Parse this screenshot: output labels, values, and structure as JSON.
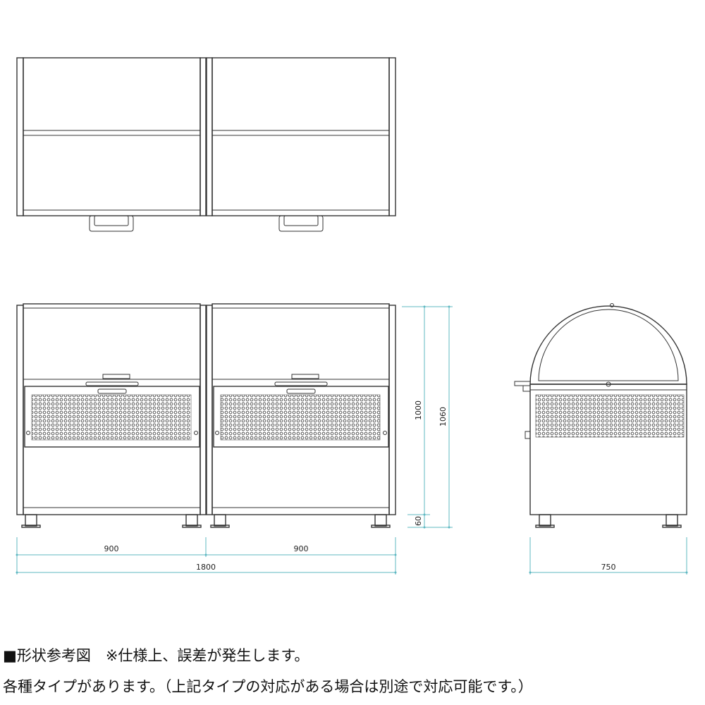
{
  "drawing": {
    "dimensions": {
      "width_left": "900",
      "width_right": "900",
      "width_total": "1800",
      "height_body": "1000",
      "height_total": "1060",
      "height_leg": "60",
      "depth": "750"
    }
  },
  "notes": {
    "line1": "■形状参考図　※仕様上、誤差が発生します。",
    "line2": "各種タイプがあります。（上記タイプの対応がある場合は別途で対応可能です。）"
  },
  "colors": {
    "line": "#333333",
    "dimension": "#5fb8c2"
  }
}
